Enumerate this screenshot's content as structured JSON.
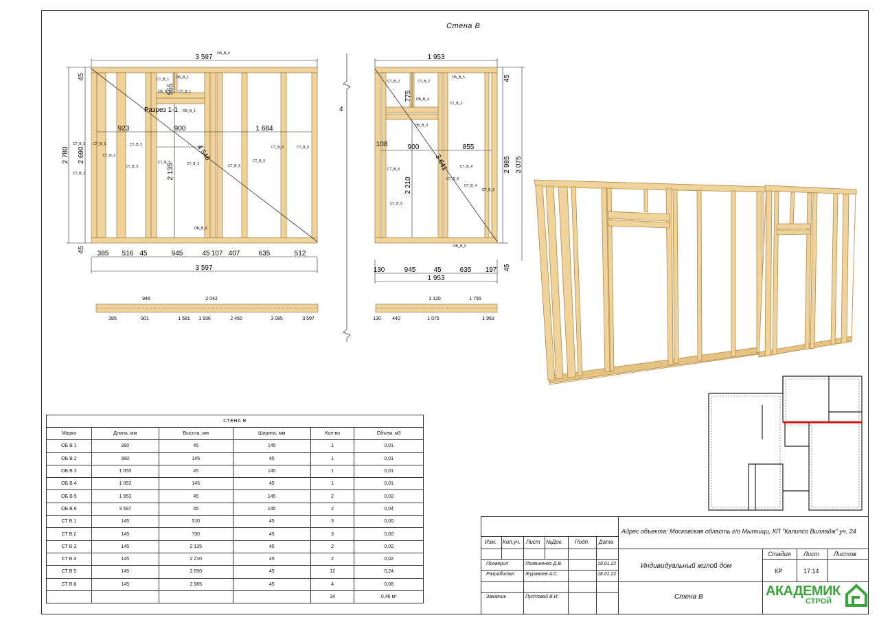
{
  "sheet_title": "Стена В",
  "drawing": {
    "left_elevation": {
      "top_overall": "3 597",
      "top_overall_tag": "ОБ_В_6",
      "spans_middle": [
        "923",
        "900",
        "1 684"
      ],
      "height_overall": "2 780",
      "height_stud": "2 690",
      "top_plate": "45",
      "bottom_plate": "45",
      "window_top": "555",
      "door_height": "2 135",
      "diagonal": "4 546",
      "section_label": "Разрез 1-1",
      "bottom_chain": [
        "385",
        "516",
        "45",
        "945",
        "45",
        "107",
        "407",
        "635",
        "512"
      ],
      "bottom_overall": "3 597",
      "tags": [
        "СТ_В_1",
        "ОБ_В_1",
        "ОБ_В_2",
        "СТ_В_1",
        "ОБ_В_1",
        "СТ_В_5",
        "СТ_В_5",
        "СТ_В_5",
        "СТ_В_5",
        "СТ_В_5",
        "СТ_В_3",
        "СТ_В_5",
        "СТ_В_3",
        "СТ_В_5",
        "СТ_В_5",
        "СТ_В_5",
        "СТ_В_5",
        "ОБ_В_6"
      ],
      "plan_top": [
        "946",
        "2 042"
      ],
      "plan_bottom": [
        "385",
        "901",
        "1 581",
        "1 936",
        "2 450",
        "3 085",
        "3 597"
      ]
    },
    "right_elevation": {
      "top_overall": "1 953",
      "spans_middle": [
        "108",
        "900",
        "855"
      ],
      "height_overall": "3 075",
      "height_stud": "2 985",
      "top_plate": "45",
      "bottom_plate": "45",
      "window_top": "775",
      "door_height": "2 210",
      "diagonal": "3 641",
      "bottom_chain": [
        "130",
        "945",
        "45",
        "635",
        "197"
      ],
      "bottom_overall": "1 953",
      "tags": [
        "ОБ_В_5",
        "СТ_В_2",
        "СТ_В_2",
        "ОБ_В_4",
        "ОБ_В_3",
        "СТ_В_2",
        "СТ_В_6",
        "СТ_В_6",
        "СТ_В_6",
        "СТ_В_4",
        "СТ_В_4",
        "СТ_В_6",
        "ОБ_В_5"
      ],
      "plan_top": [
        "1 120",
        "1 755"
      ],
      "plan_bottom": [
        "130",
        "440",
        "1 075",
        "1 953"
      ]
    },
    "break_label": "4"
  },
  "spec_table": {
    "caption": "СТЕНА В",
    "headers": [
      "Марка",
      "Длина, мм",
      "Высота, мм",
      "Ширина, мм",
      "Кол-во",
      "Объем, м3"
    ],
    "rows": [
      [
        "ОБ В 1",
        "990",
        "45",
        "145",
        "1",
        "0,01"
      ],
      [
        "ОБ В 2",
        "990",
        "145",
        "45",
        "1",
        "0,01"
      ],
      [
        "ОБ В 3",
        "1 053",
        "45",
        "145",
        "1",
        "0,01"
      ],
      [
        "ОБ В 4",
        "1 053",
        "145",
        "45",
        "1",
        "0,01"
      ],
      [
        "ОБ В 5",
        "1 953",
        "45",
        "145",
        "2",
        "0,02"
      ],
      [
        "ОБ В 6",
        "3 597",
        "45",
        "145",
        "2",
        "0,04"
      ],
      [
        "СТ В 1",
        "145",
        "510",
        "45",
        "3",
        "0,00"
      ],
      [
        "СТ В 2",
        "145",
        "730",
        "45",
        "3",
        "0,00"
      ],
      [
        "СТ В 3",
        "145",
        "2 135",
        "45",
        "2",
        "0,02"
      ],
      [
        "СТ В 4",
        "145",
        "2 210",
        "45",
        "2",
        "0,02"
      ],
      [
        "СТ В 5",
        "145",
        "2 690",
        "45",
        "12",
        "0,24"
      ],
      [
        "СТ В 6",
        "145",
        "2 985",
        "45",
        "4",
        "0,08"
      ]
    ],
    "total_qty": "34",
    "total_vol": "0,46 м³"
  },
  "stamp": {
    "address": "Адрес объекта: Московская область г/о Мытищи, КП \"Калипсо Вилладж\" уч. 24",
    "headers": [
      "Изм.",
      "Кол.уч.",
      "Лист",
      "№Док.",
      "Подп.",
      "Дата"
    ],
    "checked_label": "Проверил",
    "checked_name": "Логвиненко Д.В.",
    "checked_date": "18.01.22",
    "developed_label": "Разработал",
    "developed_name": "Журавлев А.С.",
    "developed_date": "18.01.22",
    "customer_label": "Заказчик",
    "customer_name": "Пустовой В.И.",
    "project_name": "Индивидуальный жилой дом",
    "sheet_name": "Стена В",
    "stage_label": "Стадия",
    "sheet_label": "Лист",
    "sheets_label": "Листов",
    "stage": "КР",
    "sheet_no": "17.14",
    "logo_main": "АКАДЕМИК",
    "logo_sub": "СТРОЙ"
  },
  "colors": {
    "timber": "#f0d39a",
    "timber_dark": "#c89a55",
    "highlight_wall": "#e01010"
  }
}
